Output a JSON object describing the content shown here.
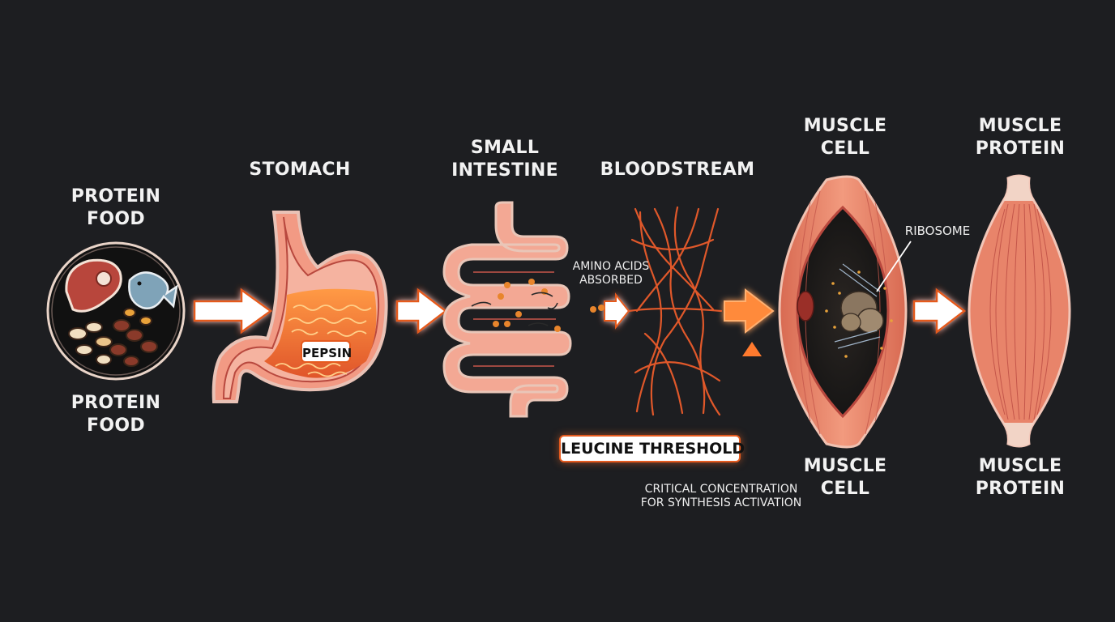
{
  "labels": {
    "protein_food_top": [
      "PROTEIN",
      "FOOD"
    ],
    "protein_food_bottom": [
      "PROTEIN",
      "FOOD"
    ],
    "stomach": "STOMACH",
    "small_intestine": [
      "SMALL",
      "INTESTINE"
    ],
    "bloodstream": "BLOODSTREAM",
    "muscle_cell_top": [
      "MUSCLE",
      "CELL"
    ],
    "muscle_cell_bottom": [
      "MUSCLE",
      "CELL"
    ],
    "muscle_protein_top": [
      "MUSCLE",
      "PROTEIN"
    ],
    "muscle_protein_bottom": [
      "MUSCLE",
      "PROTEIN"
    ],
    "pepsin": "PEPSIN",
    "amino_acids": [
      "AMINO ACIDS",
      "ABSORBED"
    ],
    "ribosome": "RIBOSOME",
    "leucine_threshold": "LEUCINE THRESHOLD",
    "critical_concentration": [
      "CRITICAL CONCENTRATION",
      "FOR SYNTHESIS ACTIVATION"
    ]
  },
  "colors": {
    "background": "#1d1e21",
    "accent_orange": "#ff7a2e",
    "tissue_pink": "#f2a58e",
    "tissue_outline": "#c9564a",
    "muscle_red": "#e8846a",
    "vessel_orange": "#e0582a"
  }
}
